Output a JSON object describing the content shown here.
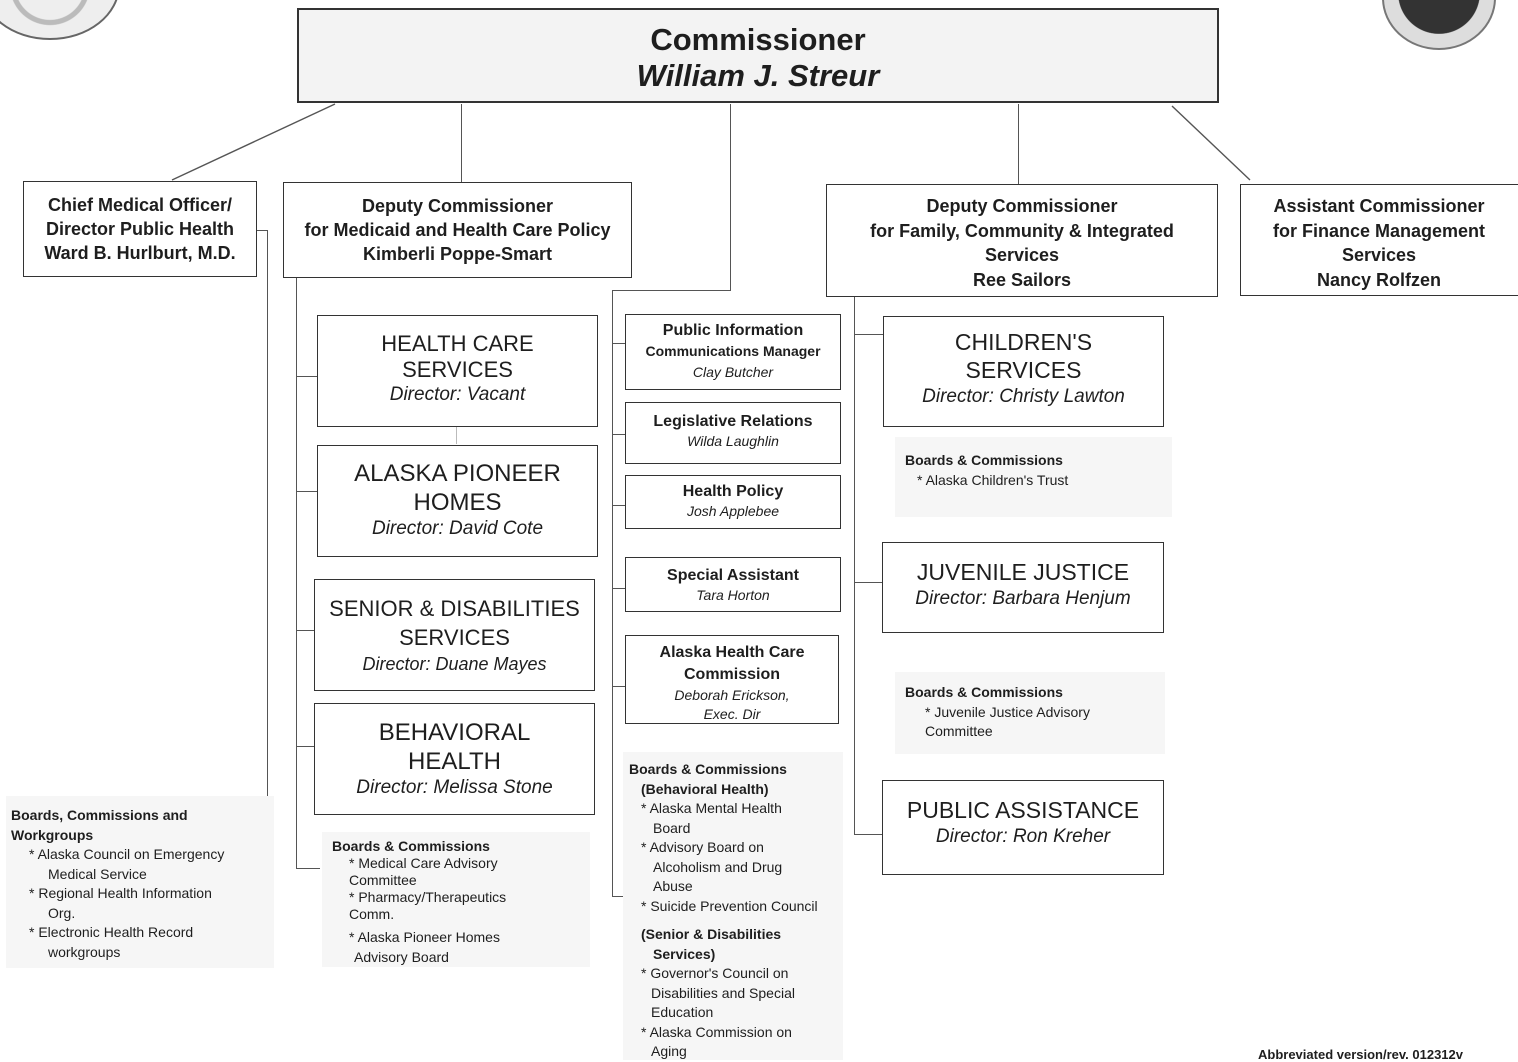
{
  "commissioner": {
    "title": "Commissioner",
    "name": "William J. Streur"
  },
  "cmo": {
    "line1": "Chief Medical Officer/",
    "line2": "Director Public Health",
    "line3": "Ward B. Hurlburt, M.D."
  },
  "deputy_medicaid": {
    "line1": "Deputy Commissioner",
    "line2": "for Medicaid and Health Care Policy",
    "line3": "Kimberli Poppe-Smart"
  },
  "deputy_family": {
    "line1": "Deputy Commissioner",
    "line2": "for Family, Community & Integrated",
    "line3": "Services",
    "line4": "Ree Sailors"
  },
  "asst_finance": {
    "line1": "Assistant Commissioner",
    "line2": "for Finance Management",
    "line3": "Services",
    "line4": "Nancy Rolfzen"
  },
  "divisions_left": [
    {
      "line1": "HEALTH CARE",
      "line2": "SERVICES",
      "director": "Director: Vacant"
    },
    {
      "line1": "ALASKA PIONEER",
      "line2": "HOMES",
      "director": "Director: David Cote"
    },
    {
      "line1": "SENIOR & DISABILITIES",
      "line2": "SERVICES",
      "director": "Director: Duane Mayes"
    },
    {
      "line1": "BEHAVIORAL",
      "line2": "HEALTH",
      "director": "Director: Melissa Stone"
    }
  ],
  "staff": [
    {
      "line1": "Public Information",
      "line2": "Communications Manager",
      "name": "Clay Butcher"
    },
    {
      "line1": "Legislative Relations",
      "name": "Wilda Laughlin"
    },
    {
      "line1": "Health Policy",
      "name": "Josh Applebee"
    },
    {
      "line1": "Special Assistant",
      "name": "Tara Horton"
    },
    {
      "line1": "Alaska Health Care",
      "line2": "Commission",
      "name": "Deborah Erickson,",
      "name2": "Exec. Dir"
    }
  ],
  "divisions_right": [
    {
      "line1": "CHILDREN'S",
      "line2": "SERVICES",
      "director": "Director: Christy Lawton"
    },
    {
      "line1": "JUVENILE JUSTICE",
      "director": "Director: Barbara Henjum"
    },
    {
      "line1": "PUBLIC ASSISTANCE",
      "director": "Director: Ron Kreher"
    }
  ],
  "boards": {
    "public_health": {
      "heading1": "Boards, Commissions and",
      "heading2": "Workgroups",
      "items": [
        "* Alaska Council on Emergency",
        "Medical Service",
        "* Regional Health Information",
        "Org.",
        "* Electronic Health Record",
        "workgroups"
      ]
    },
    "medicaid": {
      "heading": "Boards & Commissions",
      "items": [
        "* Medical Care Advisory",
        "Committee",
        "* Pharmacy/Therapeutics",
        "Comm.",
        "* Alaska Pioneer Homes",
        "Advisory Board"
      ]
    },
    "central": {
      "heading": "Boards & Commissions",
      "sub1": "(Behavioral Health)",
      "items1": [
        "* Alaska Mental Health",
        "Board",
        "* Advisory Board on",
        "Alcoholism and Drug",
        "Abuse",
        "* Suicide Prevention Council"
      ],
      "sub2a": "(Senior & Disabilities",
      "sub2b": "Services)",
      "items2": [
        "* Governor's Council on",
        "Disabilities and Special",
        "Education",
        "* Alaska Commission on",
        "Aging"
      ]
    },
    "childrens": {
      "heading": "Boards & Commissions",
      "items": [
        "* Alaska Children's Trust"
      ]
    },
    "juvenile": {
      "heading": "Boards & Commissions",
      "items": [
        "* Juvenile Justice Advisory",
        "Committee"
      ]
    }
  },
  "footer": {
    "version": "Abbreviated version/rev. 012312v"
  },
  "logos": {
    "left": "state-seal-icon",
    "right": "dhss-seal-icon"
  }
}
